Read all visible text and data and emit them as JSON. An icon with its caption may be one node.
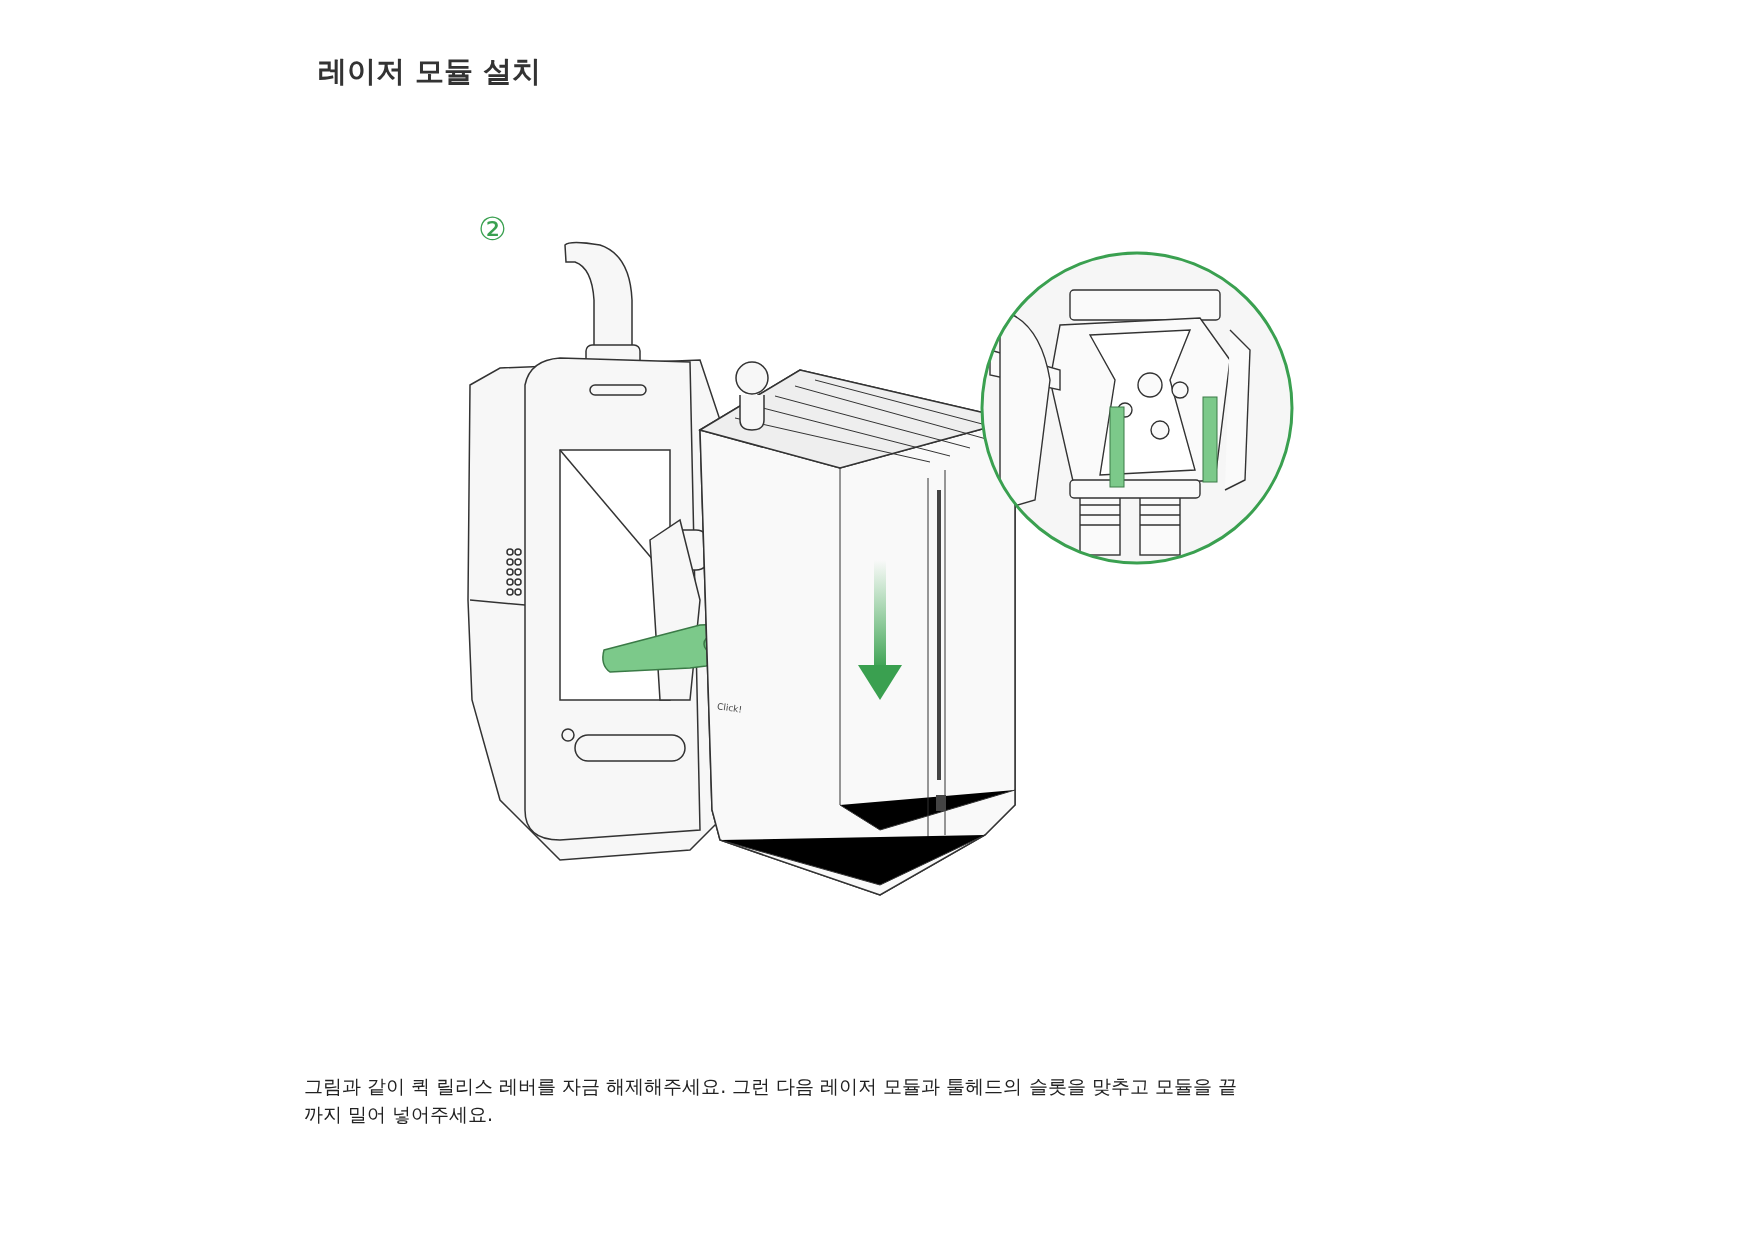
{
  "diagram": {
    "title": "레이저 모듈 설치",
    "labels": [
      "②",
      "Click!"
    ],
    "caption": "그림과 같이 퀵 릴리스 레버를 자금 해제해주세요. 그런 다음 레이저 모듈과 툴헤드의 슬롯을 맞추고 모듈을 끝까지 밀어 넣어주세요."
  }
}
